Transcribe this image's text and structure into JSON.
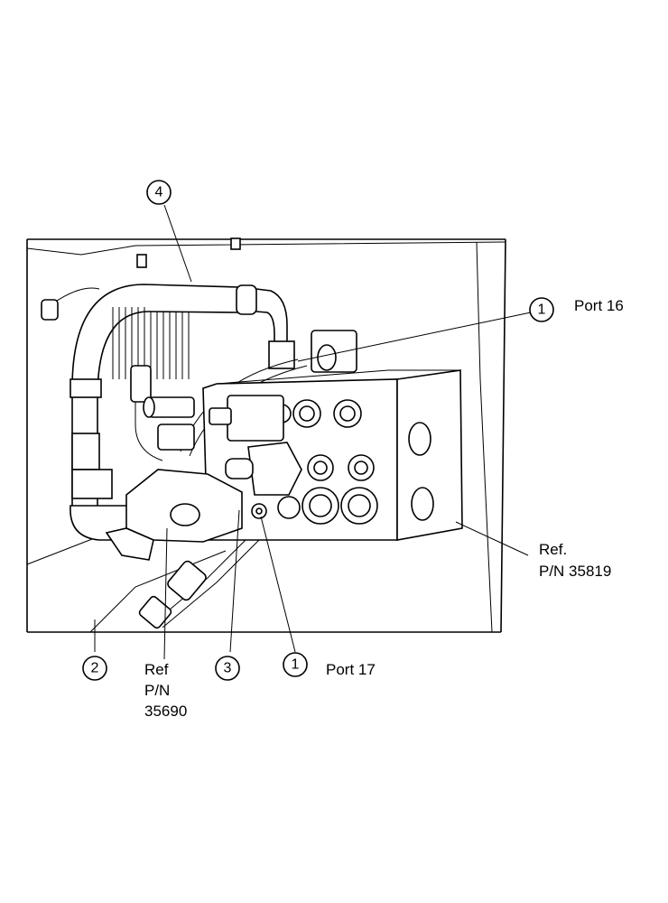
{
  "callouts": [
    {
      "id": "c1a",
      "number": "1",
      "label": "Port 16"
    },
    {
      "id": "c1b",
      "number": "1",
      "label": "Port 17"
    },
    {
      "id": "c2",
      "number": "2",
      "label": ""
    },
    {
      "id": "c3",
      "number": "3",
      "label": ""
    },
    {
      "id": "c4",
      "number": "4",
      "label": ""
    }
  ],
  "references": {
    "block_ref_line1": "Ref.",
    "block_ref_line2": "P/N 35819",
    "valve_ref_line1": "Ref",
    "valve_ref_line2": "P/N",
    "valve_ref_line3": "35690"
  }
}
